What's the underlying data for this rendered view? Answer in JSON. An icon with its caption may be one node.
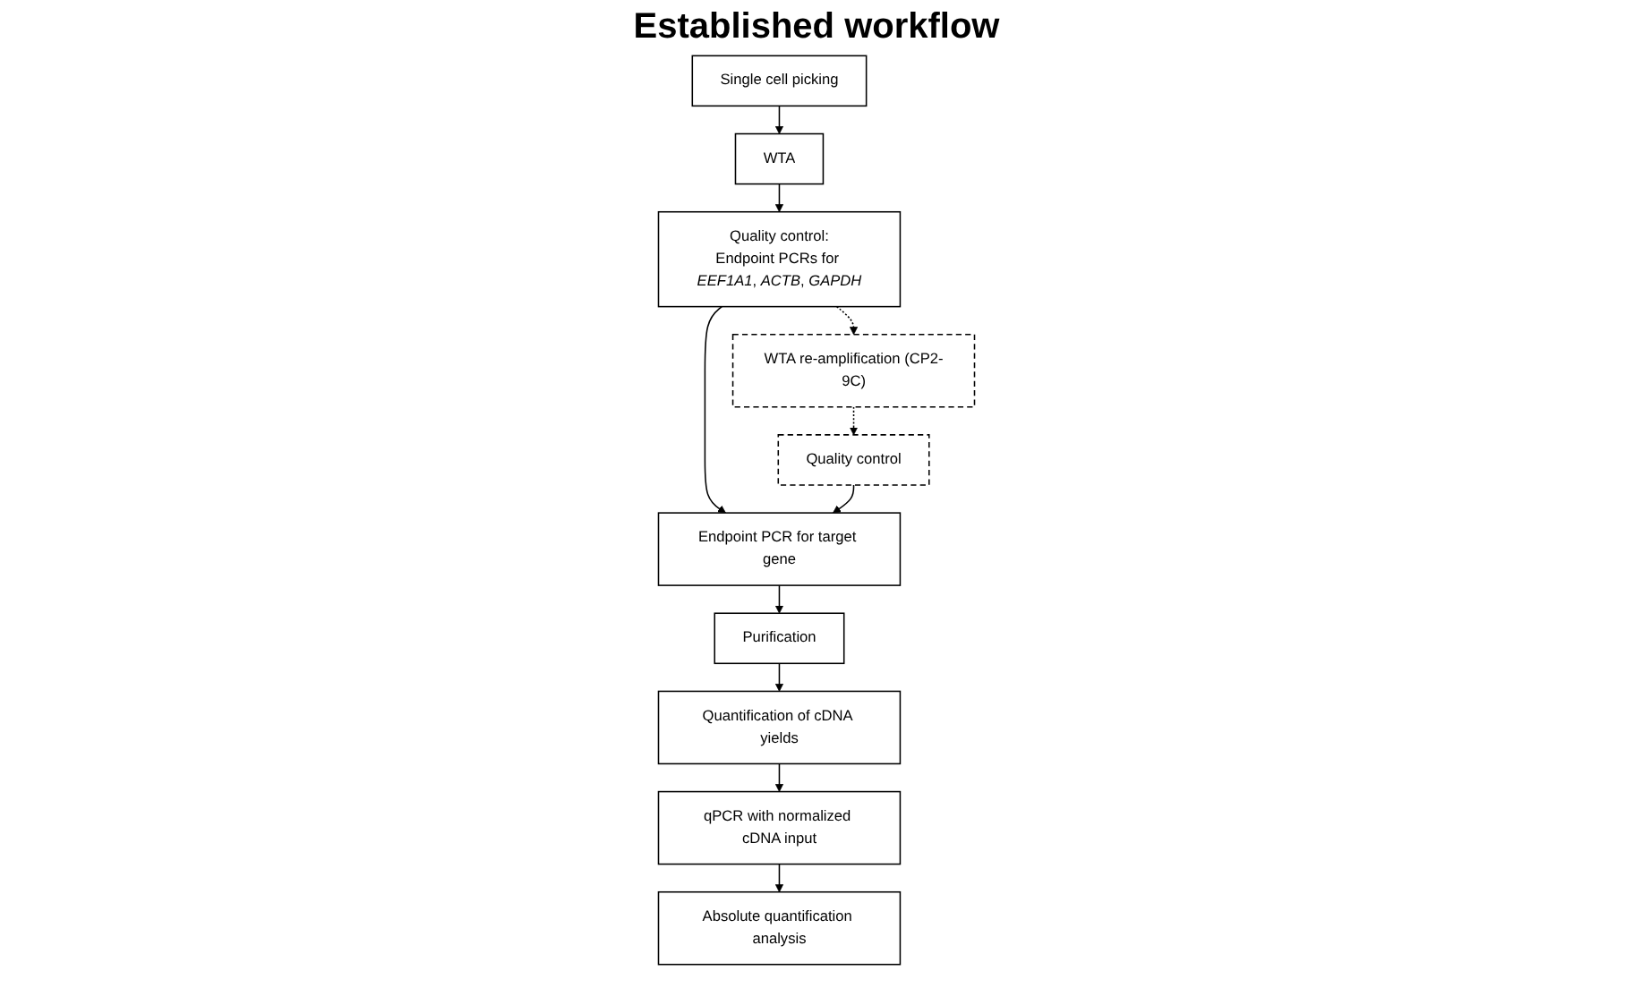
{
  "diagram": {
    "title": "Established workflow",
    "nodes": [
      {
        "text": [
          "Single cell picking"
        ]
      },
      {
        "text": [
          "WTA"
        ]
      },
      {
        "text": [
          "Quality control:",
          "Endpoint PCRs for *EEF1A1*, *ACTB*, *GAPDH*"
        ]
      },
      {
        "text": [
          "WTA re-amplification (CP2-9C)"
        ]
      },
      {
        "text": [
          "Quality control"
        ]
      },
      {
        "text": [
          "Endpoint PCR for target gene"
        ]
      },
      {
        "text": [
          "Purification"
        ]
      },
      {
        "text": [
          "Quantification of cDNA yields"
        ]
      },
      {
        "text": [
          "qPCR with normalized cDNA input"
        ]
      },
      {
        "text": [
          "Absolute quantification analysis"
        ]
      }
    ],
    "edges": [
      {
        "from": 0,
        "to": 1,
        "arrow": "to"
      },
      {
        "from": 1,
        "to": 2,
        "arrow": "to"
      },
      {
        "from": 2,
        "to": 3,
        "arrow": "to",
        "style": "dashed"
      },
      {
        "from": 3,
        "to": 4,
        "arrow": "to",
        "style": "dashed"
      },
      {
        "from": 2,
        "to": 5,
        "arrow": "to"
      },
      {
        "from": 4,
        "to": 5,
        "arrow": "to"
      },
      {
        "from": 5,
        "to": 6,
        "arrow": "to"
      },
      {
        "from": 6,
        "to": 7,
        "arrow": "to"
      },
      {
        "from": 7,
        "to": 8,
        "arrow": "to"
      },
      {
        "from": 8,
        "to": 9,
        "arrow": "to"
      }
    ]
  }
}
